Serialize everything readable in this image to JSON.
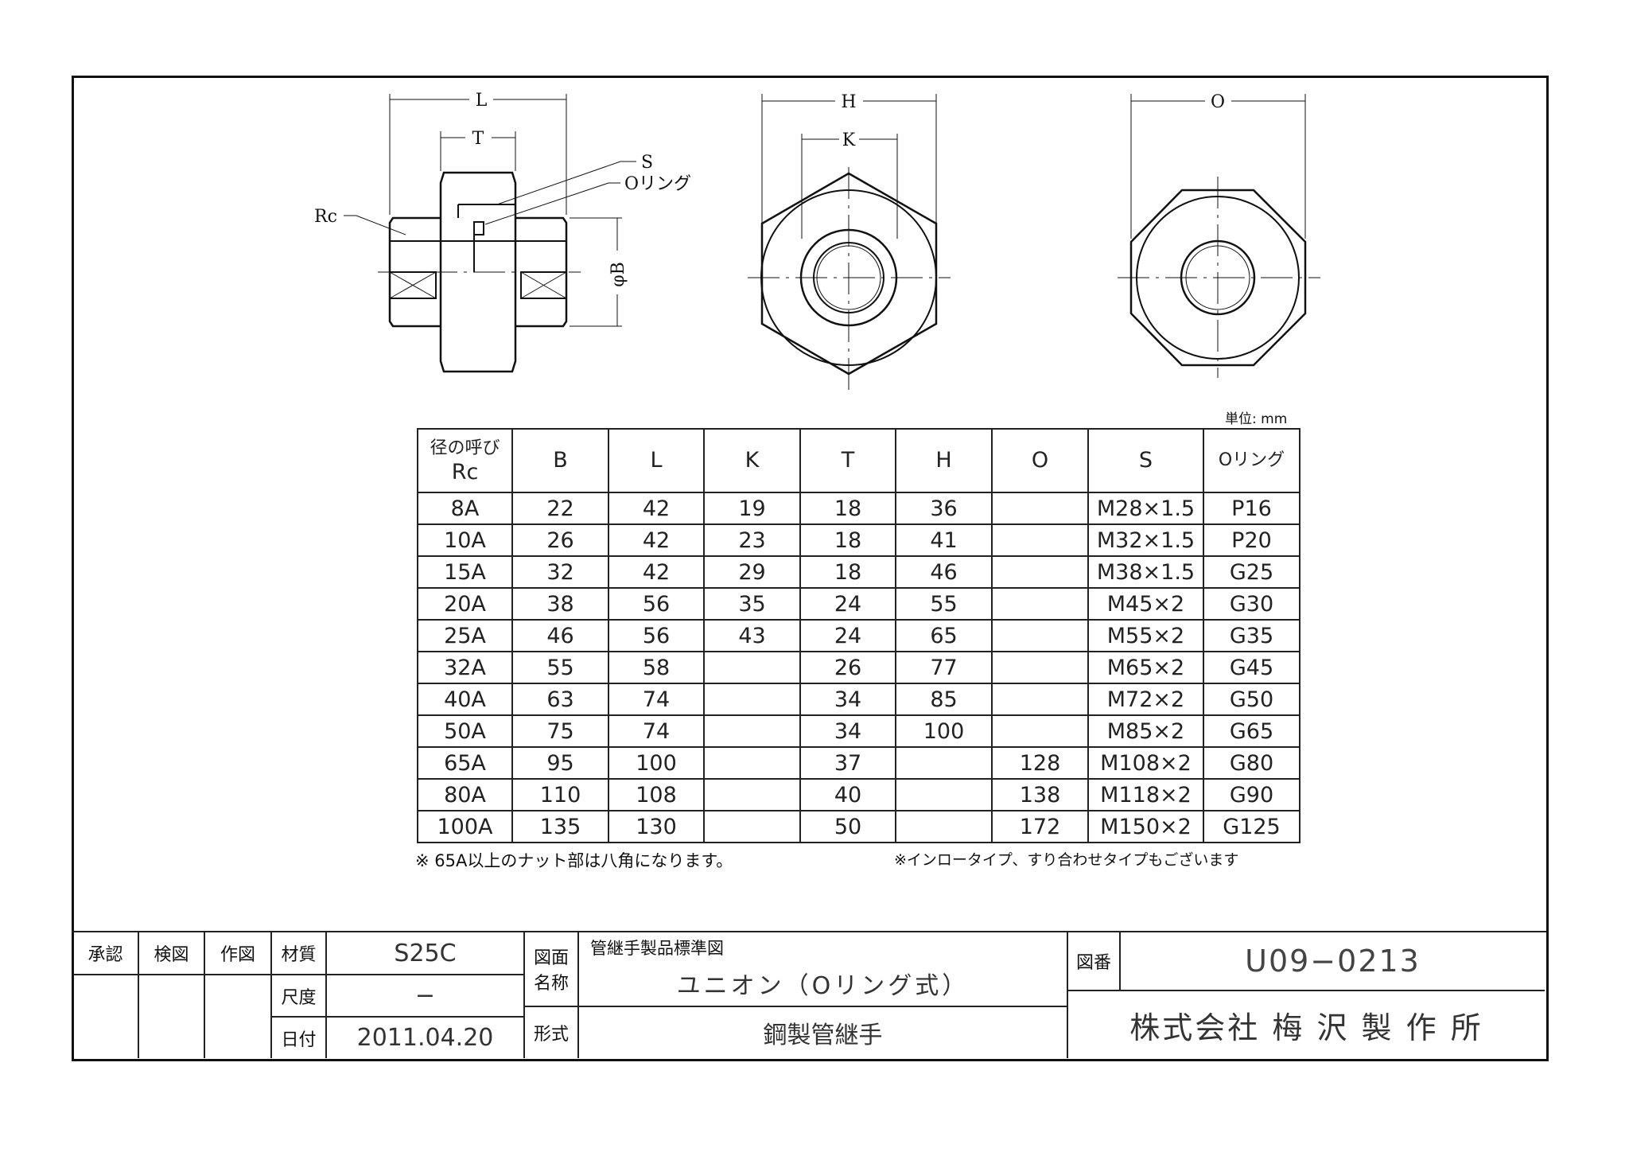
{
  "drawing": {
    "side_view": {
      "dim_L": "L",
      "dim_T": "T",
      "dim_B": "φB",
      "label_S": "S",
      "label_oring": "Oリング",
      "label_Rc": "Rc"
    },
    "hex_view": {
      "dim_H": "H",
      "dim_K": "K"
    },
    "oct_view": {
      "dim_O": "O"
    }
  },
  "unit_label": "単位: mm",
  "table": {
    "headers": [
      "径の呼び\nRc",
      "B",
      "L",
      "K",
      "T",
      "H",
      "O",
      "S",
      "Oリング"
    ],
    "header_rc_line1": "径の呼び",
    "header_rc_line2": "Rc",
    "rows": [
      [
        "8A",
        "22",
        "42",
        "19",
        "18",
        "36",
        "",
        "M28×1.5",
        "P16"
      ],
      [
        "10A",
        "26",
        "42",
        "23",
        "18",
        "41",
        "",
        "M32×1.5",
        "P20"
      ],
      [
        "15A",
        "32",
        "42",
        "29",
        "18",
        "46",
        "",
        "M38×1.5",
        "G25"
      ],
      [
        "20A",
        "38",
        "56",
        "35",
        "24",
        "55",
        "",
        "M45×2",
        "G30"
      ],
      [
        "25A",
        "46",
        "56",
        "43",
        "24",
        "65",
        "",
        "M55×2",
        "G35"
      ],
      [
        "32A",
        "55",
        "58",
        "",
        "26",
        "77",
        "",
        "M65×2",
        "G45"
      ],
      [
        "40A",
        "63",
        "74",
        "",
        "34",
        "85",
        "",
        "M72×2",
        "G50"
      ],
      [
        "50A",
        "75",
        "74",
        "",
        "34",
        "100",
        "",
        "M85×2",
        "G65"
      ],
      [
        "65A",
        "95",
        "100",
        "",
        "37",
        "",
        "128",
        "M108×2",
        "G80"
      ],
      [
        "80A",
        "110",
        "108",
        "",
        "40",
        "",
        "138",
        "M118×2",
        "G90"
      ],
      [
        "100A",
        "135",
        "130",
        "",
        "50",
        "",
        "172",
        "M150×2",
        "G125"
      ]
    ]
  },
  "notes": {
    "left": "※ 65A以上のナット部は八角になります。",
    "right": "※インロータイプ、すり合わせタイプもございます"
  },
  "title_block": {
    "approve": "承認",
    "check": "検図",
    "draw": "作図",
    "material_label": "材質",
    "material": "S25C",
    "scale_label": "尺度",
    "scale": "−",
    "date_label": "日付",
    "date": "2011.04.20",
    "name_label_1": "図面",
    "name_label_2": "名称",
    "series": "管継手製品標準図",
    "name": "ユニオン（Oリング式）",
    "type_label": "形式",
    "type": "鋼製管継手",
    "number_label": "図番",
    "number": "U09−0213",
    "company": "株式会社 梅 沢 製 作 所"
  }
}
